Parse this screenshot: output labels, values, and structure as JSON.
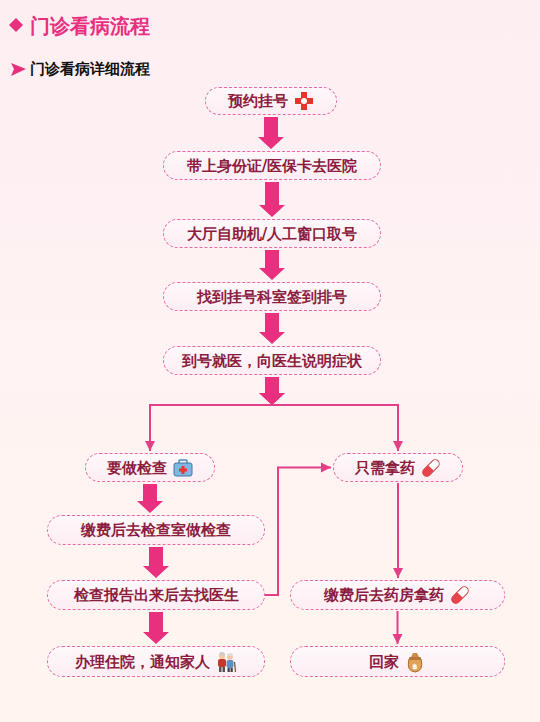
{
  "diagram": {
    "title": "门诊看病流程",
    "nodes": [
      {
        "text": [
          "预约挂号"
        ]
      },
      {
        "text": [
          "带上身份证/医保卡去医院"
        ]
      },
      {
        "text": [
          "大厅自助机/人工窗口取号"
        ]
      },
      {
        "text": [
          "找到挂号科室签到排号"
        ]
      },
      {
        "text": [
          "到号就医，向医生说明症状"
        ]
      },
      {
        "text": [
          "要做检查"
        ]
      },
      {
        "text": [
          "只需拿药"
        ]
      },
      {
        "text": [
          "缴费后去检查室做检查"
        ]
      },
      {
        "text": [
          "检查报告出来后去找医生"
        ]
      },
      {
        "text": [
          "缴费后去药房拿药"
        ]
      },
      {
        "text": [
          "办理住院，通知家人"
        ]
      },
      {
        "text": [
          "回家"
        ]
      }
    ],
    "edges": [
      {
        "from": 0,
        "to": 1,
        "arrow": "to"
      },
      {
        "from": 1,
        "to": 2,
        "arrow": "to"
      },
      {
        "from": 2,
        "to": 3,
        "arrow": "to"
      },
      {
        "from": 3,
        "to": 4,
        "arrow": "to"
      },
      {
        "from": 4,
        "to": 5,
        "arrow": "to"
      },
      {
        "from": 4,
        "to": 6,
        "arrow": "to"
      },
      {
        "from": 5,
        "to": 7,
        "arrow": "to"
      },
      {
        "from": 7,
        "to": 8,
        "arrow": "to"
      },
      {
        "from": 8,
        "to": 10,
        "arrow": "to"
      },
      {
        "from": 8,
        "to": 6,
        "arrow": "to"
      },
      {
        "from": 6,
        "to": 9,
        "arrow": "to"
      },
      {
        "from": 9,
        "to": 11,
        "arrow": "to"
      }
    ],
    "labels": [
      "门诊看病详细流程"
    ]
  }
}
